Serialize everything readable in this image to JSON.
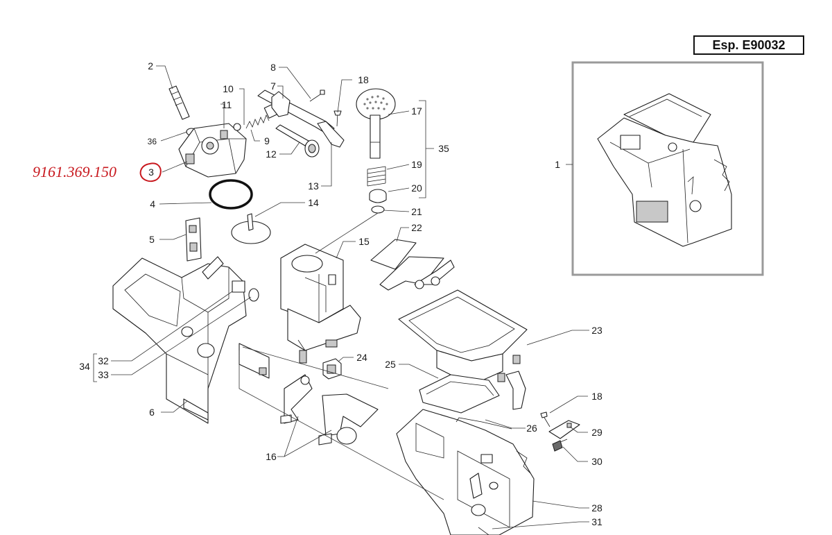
{
  "sheet_ref": "Esp. E90032",
  "highlight": {
    "code": "9161.369.150",
    "callout": "3",
    "color": "#c8181e"
  },
  "callouts": {
    "c1": "1",
    "c2": "2",
    "c3": "3",
    "c4": "4",
    "c5": "5",
    "c6": "6",
    "c7": "7",
    "c8": "8",
    "c9": "9",
    "c10": "10",
    "c11": "11",
    "c12": "12",
    "c13": "13",
    "c14": "14",
    "c15": "15",
    "c16": "16",
    "c17": "17",
    "c18a": "18",
    "c18b": "18",
    "c19": "19",
    "c20": "20",
    "c21": "21",
    "c22": "22",
    "c23": "23",
    "c24": "24",
    "c25": "25",
    "c26": "26",
    "c28": "28",
    "c29": "29",
    "c30": "30",
    "c31": "31",
    "c32": "32",
    "c33": "33",
    "c34": "34",
    "c35": "35",
    "c36": "36"
  }
}
